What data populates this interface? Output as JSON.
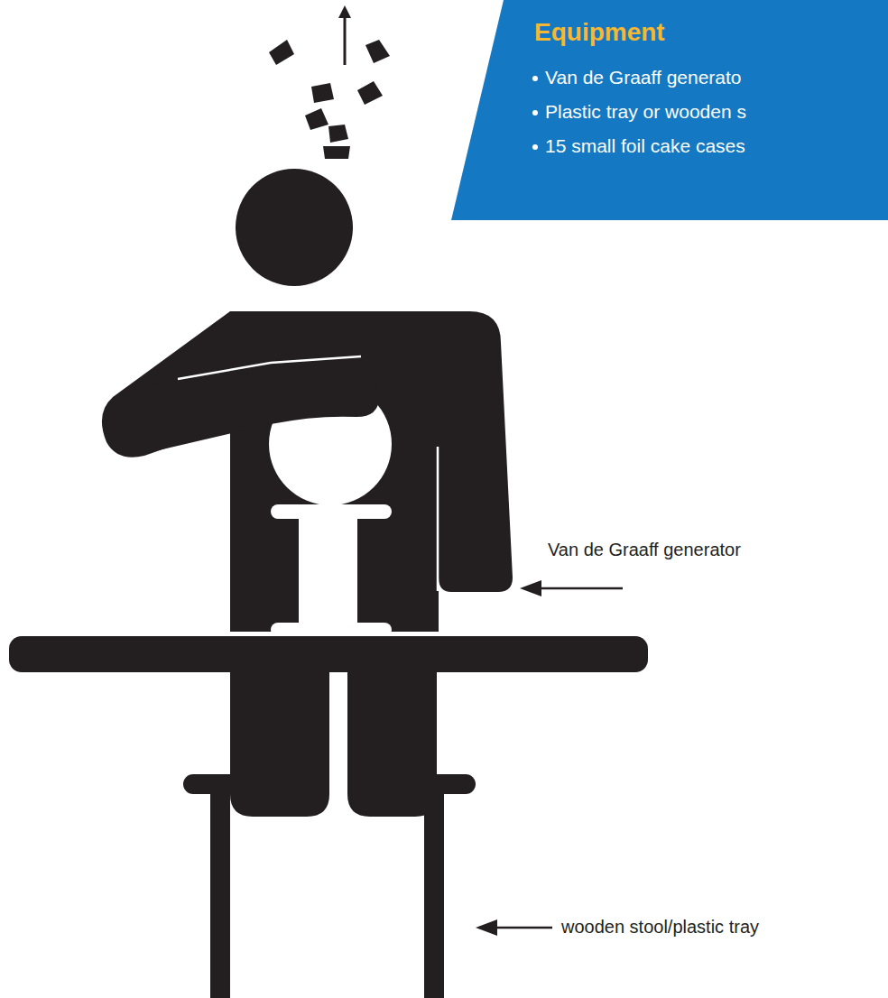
{
  "diagram": {
    "nodes": [
      {
        "text": [
          "Equipment",
          "Van de Graaff generato",
          "Plastic tray or wooden s",
          "15 small foil cake cases"
        ]
      }
    ],
    "labels": [
      "Van de Graaff generator",
      "wooden stool/plastic tray"
    ]
  }
}
